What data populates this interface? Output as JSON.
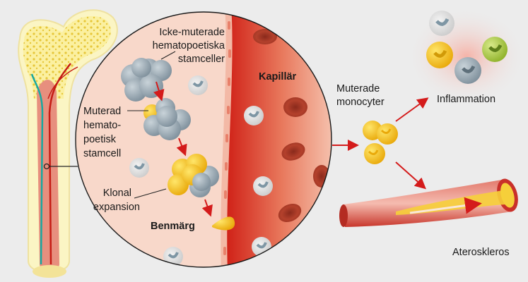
{
  "labels": {
    "non_mutated_line1": "Icke-muterade",
    "non_mutated_line2": "hematopoetiska",
    "non_mutated_line3": "stamceller",
    "mutated_line1": "Muterad",
    "mutated_line2": "hemato-",
    "mutated_line3": "poetisk",
    "mutated_line4": "stamcell",
    "clonal_line1": "Klonal",
    "clonal_line2": "expansion",
    "bone_marrow": "Benmärg",
    "capillary": "Kapillär",
    "monocytes_line1": "Muterade",
    "monocytes_line2": "monocyter",
    "inflammation": "Inflammation",
    "atherosclerosis": "Ateroskleros"
  },
  "colors": {
    "background": "#ececec",
    "marrow": "#f8d8ca",
    "blood": "#d93a2b",
    "stem_cell": "#9aaab5",
    "mutated_cell": "#f5c316",
    "arrow": "#d41b1b",
    "bone": "#fbf3b5"
  }
}
